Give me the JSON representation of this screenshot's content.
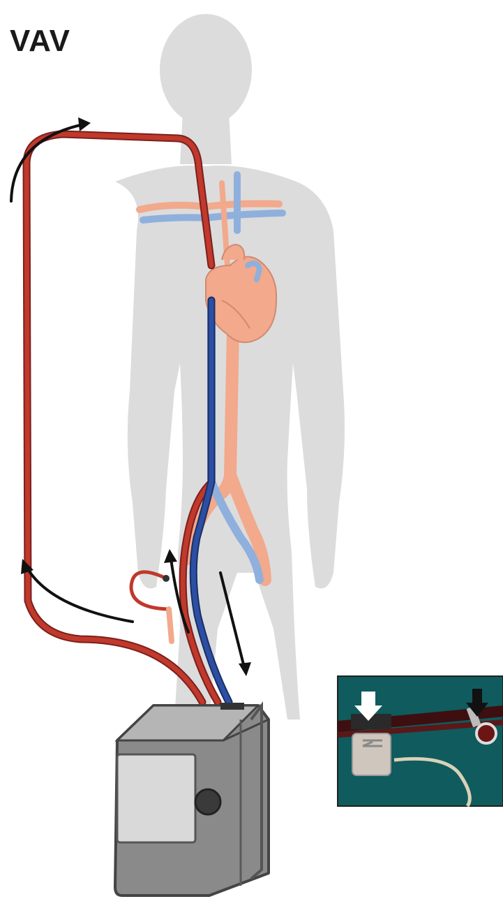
{
  "diagram": {
    "title": "VAV",
    "colors": {
      "background": "#ffffff",
      "body_silhouette": "#dcdcdc",
      "arterial_red": "#c0392b",
      "arterial_light": "#f2a98c",
      "venous_blue": "#2c4fa3",
      "venous_light": "#8fb0dc",
      "heart": "#f2a98c",
      "flow_arrow": "#111111",
      "device_body": "#8a8a8a",
      "device_frame": "#555555",
      "inset_background": "#0f5b5e"
    },
    "icons": [
      "ecmo-console",
      "heart",
      "flow-arrow",
      "inset-photo-arrow-white",
      "inset-photo-arrow-black"
    ]
  }
}
